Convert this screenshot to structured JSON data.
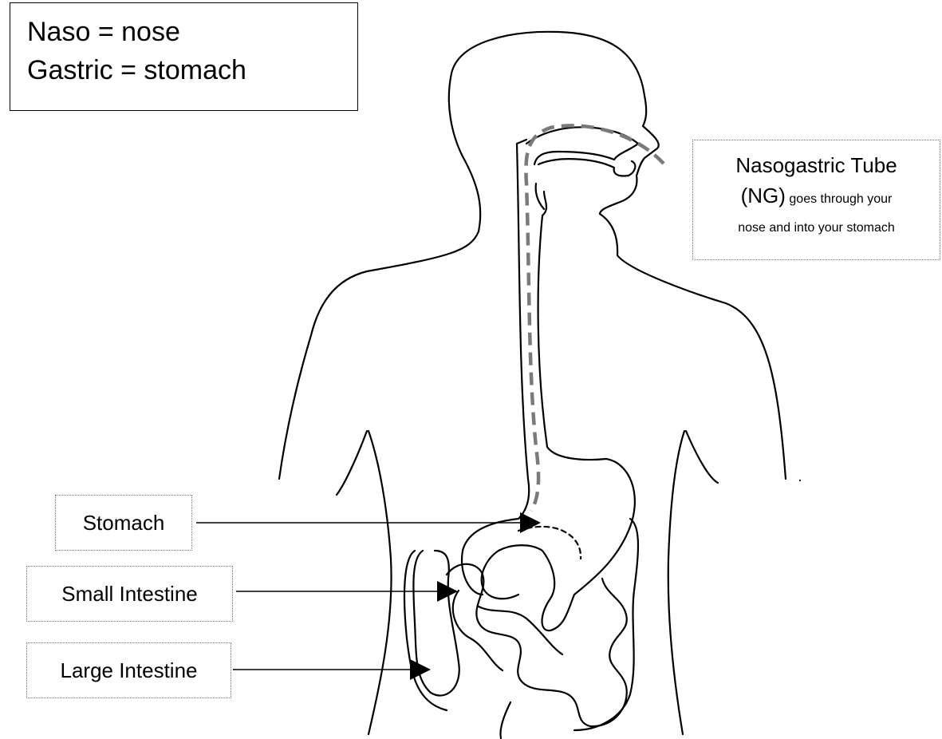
{
  "definitions": {
    "naso": "Naso = nose",
    "gastric": "Gastric = stomach"
  },
  "labels": {
    "stomach": "Stomach",
    "small_intestine": "Small Intestine",
    "large_intestine": "Large Intestine"
  },
  "ng_tube": {
    "title": "Nasogastric Tube",
    "abbr": "(NG)",
    "desc_part1": "goes through your",
    "desc_part2": "nose and into your stomach"
  },
  "colors": {
    "outline": "#000000",
    "tube": "#7a7a7a"
  }
}
